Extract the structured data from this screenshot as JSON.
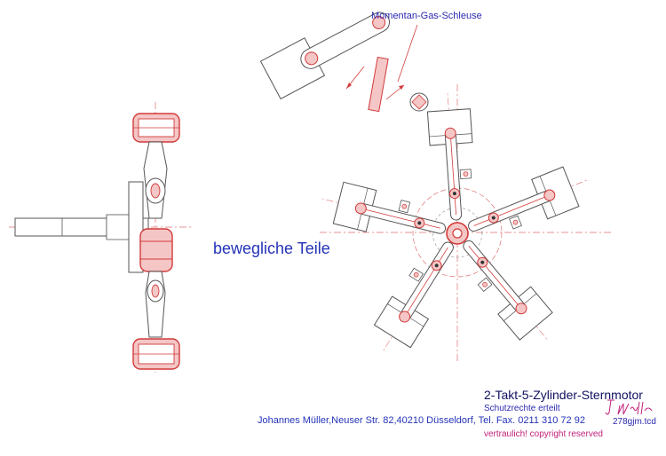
{
  "labels": {
    "momentan_gas_schleuse": "Momentan-Gas-Schleuse",
    "bewegliche_teile": "bewegliche Teile"
  },
  "title_block": {
    "title": "2-Takt-5-Zylinder-Sternmotor",
    "patent_note": "Schutzrechte erteilt",
    "address": "Johannes Müller,Neuser Str. 82,40210 Düsseldorf, Tel. Fax. 0211 310 72 92",
    "file_id": "278gjm.tcd",
    "confidential": "vertraulich! copyright reserved",
    "signature": "J. Müller"
  },
  "colors": {
    "red": "#d23a3a",
    "pink_fill": "#f4c6c6",
    "gray": "#555555",
    "center_line": "#e07070",
    "text_blue": "#2433b8",
    "magenta": "#c0207a"
  },
  "engine": {
    "cylinder_count": 5
  }
}
